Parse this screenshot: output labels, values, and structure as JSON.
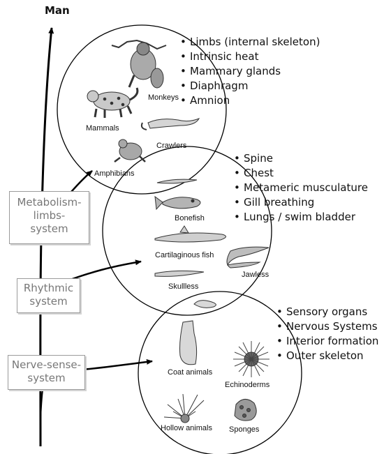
{
  "top_label": "Man",
  "boxes": {
    "metabolism": [
      "Metabolism-",
      "limbs-",
      "system"
    ],
    "rhythmic": [
      "Rhythmic",
      "system"
    ],
    "nerve": [
      "Nerve-sense-",
      "system"
    ]
  },
  "features": {
    "top": [
      "Limbs (internal skeleton)",
      "Intrinsic heat",
      "Mammary glands",
      "Diaphragm",
      "Amnion"
    ],
    "middle": [
      "Spine",
      "Chest",
      "Metameric musculature",
      "Gill breathing",
      "Lungs / swim bladder"
    ],
    "bottom": [
      "Sensory organs",
      "Nervous Systems",
      "Interior formation",
      "Outer skeleton"
    ]
  },
  "bullet": "•",
  "animals": {
    "monkeys": "Monkeys",
    "mammals": "Mammals",
    "crawlers": "Crawlers",
    "amphibians": "Amphibians",
    "bonefish": "Bonefish",
    "cartilaginous": "Cartilaginous fish",
    "jawless": "Jawless",
    "skullless": "Skullless",
    "coat": "Coat animals",
    "echinoderms": "Echinoderms",
    "hollow": "Hollow animals",
    "sponges": "Sponges"
  }
}
